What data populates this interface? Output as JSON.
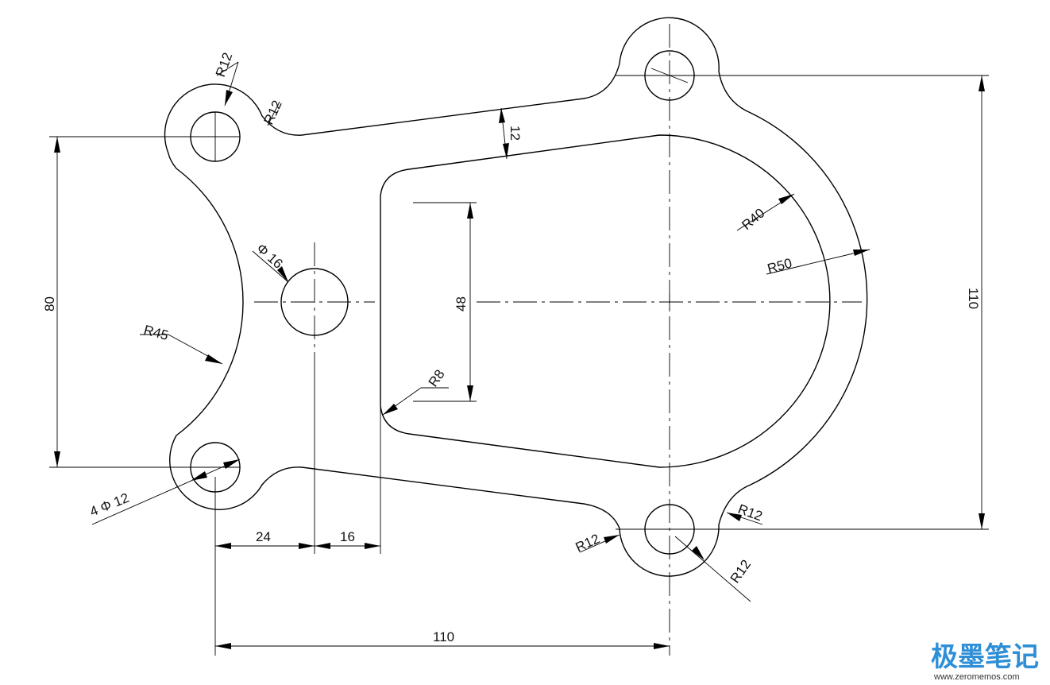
{
  "drawing": {
    "dimensions": {
      "r12_top_left": "R12",
      "r12_top_left_fillet": "R12",
      "thickness_12": "12",
      "r40": "R40",
      "r50": "R50",
      "dia16": "Φ 16",
      "height_80": "80",
      "height_48": "48",
      "height_110": "110",
      "r45": "R45",
      "r8": "R8",
      "holes_4_dia12": "4  Φ 12",
      "width_24": "24",
      "width_16": "16",
      "width_110": "110",
      "r12_bottom_left": "R12",
      "r12_bottom_right_fillet": "R12",
      "r12_bottom_hole": "R12"
    }
  },
  "logo": {
    "main": "极墨笔记",
    "sub": "www.zeromemos.com"
  }
}
